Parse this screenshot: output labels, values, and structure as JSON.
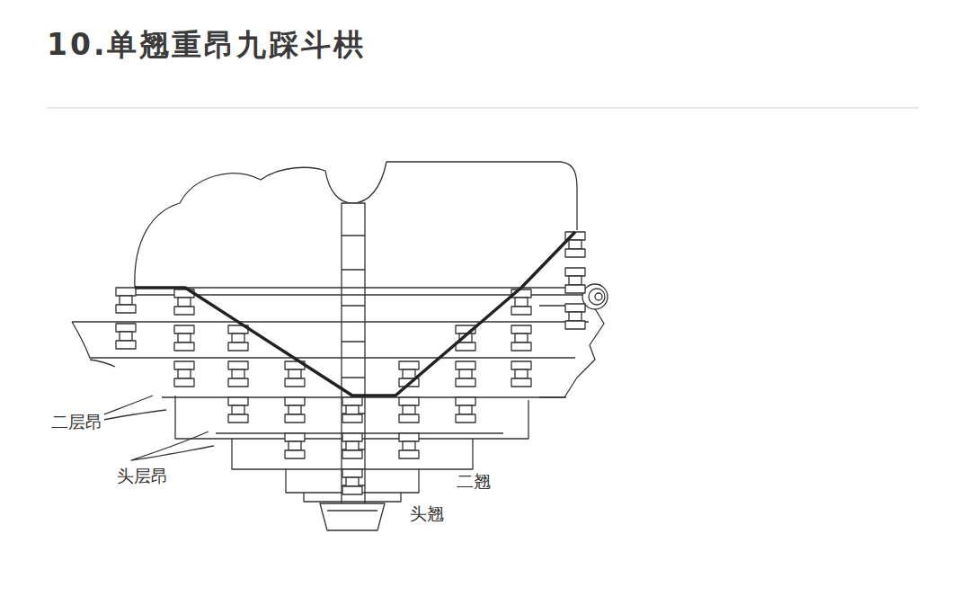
{
  "diagram": {
    "title": "10.单翘重昂九踩斗栱",
    "labels": [
      "二层昂",
      "头层昂",
      "二翘",
      "头翘"
    ]
  }
}
